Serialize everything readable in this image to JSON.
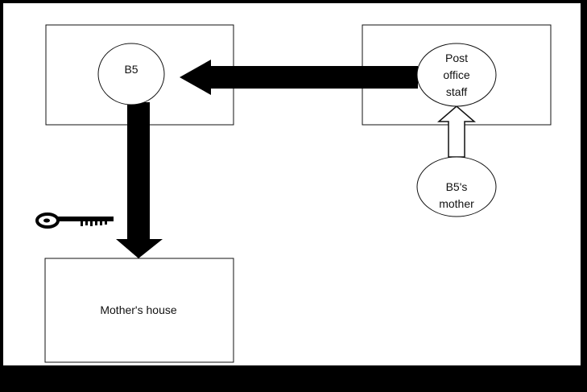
{
  "nodes": {
    "b5": "B5",
    "post_office_staff": [
      "Post",
      "office",
      "staff"
    ],
    "b5_mother": [
      "B5's",
      "mother"
    ],
    "mothers_house": "Mother's house"
  },
  "icons": {
    "key": "key-icon"
  },
  "colors": {
    "frame": "#000000",
    "background": "#ffffff",
    "stroke": "#111111",
    "arrow_fill": "#000000",
    "hollow_arrow_fill": "#ffffff"
  }
}
